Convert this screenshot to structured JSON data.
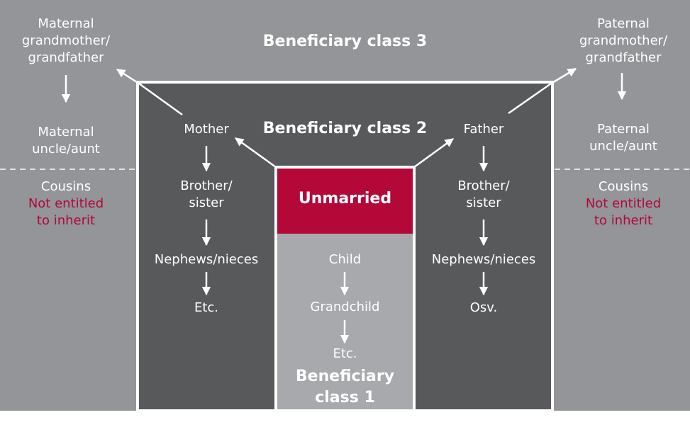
{
  "class3": {
    "title": "Beneficiary class 3"
  },
  "class2": {
    "title": "Beneficiary class 2"
  },
  "class1": {
    "title_line1": "Beneficiary",
    "title_line2": "class 1",
    "unmarried": "Unmarried",
    "child": "Child",
    "grandchild": "Grandchild",
    "etc": "Etc."
  },
  "maternal": {
    "grandparents_line1": "Maternal",
    "grandparents_line2": "grandmother/",
    "grandparents_line3": "grandfather",
    "uncle_line1": "Maternal",
    "uncle_line2": "uncle/aunt",
    "cousins": "Cousins",
    "not_entitled_line1": "Not entitled",
    "not_entitled_line2": "to inherit"
  },
  "paternal": {
    "grandparents_line1": "Paternal",
    "grandparents_line2": "grandmother/",
    "grandparents_line3": "grandfather",
    "uncle_line1": "Paternal",
    "uncle_line2": "uncle/aunt",
    "cousins": "Cousins",
    "not_entitled_line1": "Not entitled",
    "not_entitled_line2": "to inherit"
  },
  "mother_side": {
    "parent": "Mother",
    "sibling_line1": "Brother/",
    "sibling_line2": "sister",
    "nephews": "Nephews/nieces",
    "etc": "Etc."
  },
  "father_side": {
    "parent": "Father",
    "sibling_line1": "Brother/",
    "sibling_line2": "sister",
    "nephews": "Nephews/nieces",
    "etc": "Osv."
  },
  "colors": {
    "class3_bg": "#939598",
    "class2_bg": "#58595b",
    "class1_bg": "#a7a9ac",
    "unmarried_bg": "#b30838",
    "not_entitled_text": "#b30838",
    "lines": "#ffffff"
  }
}
